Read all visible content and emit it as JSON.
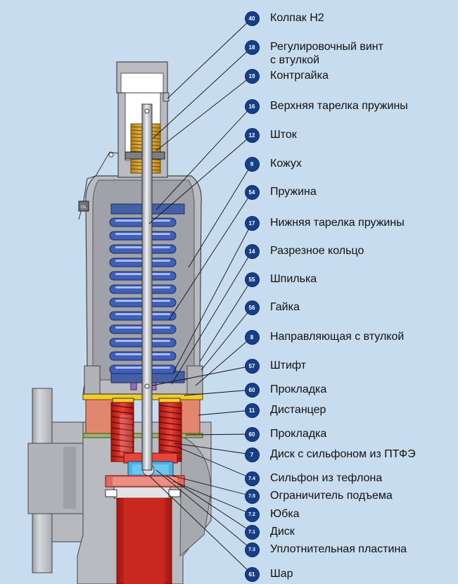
{
  "callouts": [
    {
      "num": "40",
      "text": "Колпак Н2"
    },
    {
      "num": "18",
      "text": "Регулировочный винт",
      "text2": "с втулкой"
    },
    {
      "num": "19",
      "text": "Контргайка"
    },
    {
      "num": "16",
      "text": "Верхняя тарелка пружины"
    },
    {
      "num": "12",
      "text": "Шток"
    },
    {
      "num": "9",
      "text": "Кожух"
    },
    {
      "num": "54",
      "text": "Пружина"
    },
    {
      "num": "17",
      "text": "Нижняя тарелка пружины"
    },
    {
      "num": "14",
      "text": "Разрезное кольцо"
    },
    {
      "num": "55",
      "text": "Шпилька"
    },
    {
      "num": "56",
      "text": "Гайка"
    },
    {
      "num": "8",
      "text": "Направляющая с втулкой"
    },
    {
      "num": "57",
      "text": "Штифт"
    },
    {
      "num": "60",
      "text": "Прокладка"
    },
    {
      "num": "11",
      "text": "Дистанцер"
    },
    {
      "num": "60",
      "text": "Прокладка"
    },
    {
      "num": "7",
      "text": "Диск с сильфоном из ПТФЭ"
    },
    {
      "num": "7.4",
      "text": "Сильфон из тефлона"
    },
    {
      "num": "7.5",
      "text": "Ограничитель подъема"
    },
    {
      "num": "7.2",
      "text": "Юбка"
    },
    {
      "num": "7.1",
      "text": "Диск"
    },
    {
      "num": "7.3",
      "text": "Уплотнительная пластина"
    },
    {
      "num": "61",
      "text": "Шар"
    }
  ],
  "seal_tag": "GL",
  "colors": {
    "background": "#c7dcef",
    "body_gray": "#b9bbc0",
    "spring_blue": "#3f5fb8",
    "brass": "#d9a531",
    "red": "#d42a1f",
    "spacer": "#e1876e",
    "badge": "#173f87"
  }
}
